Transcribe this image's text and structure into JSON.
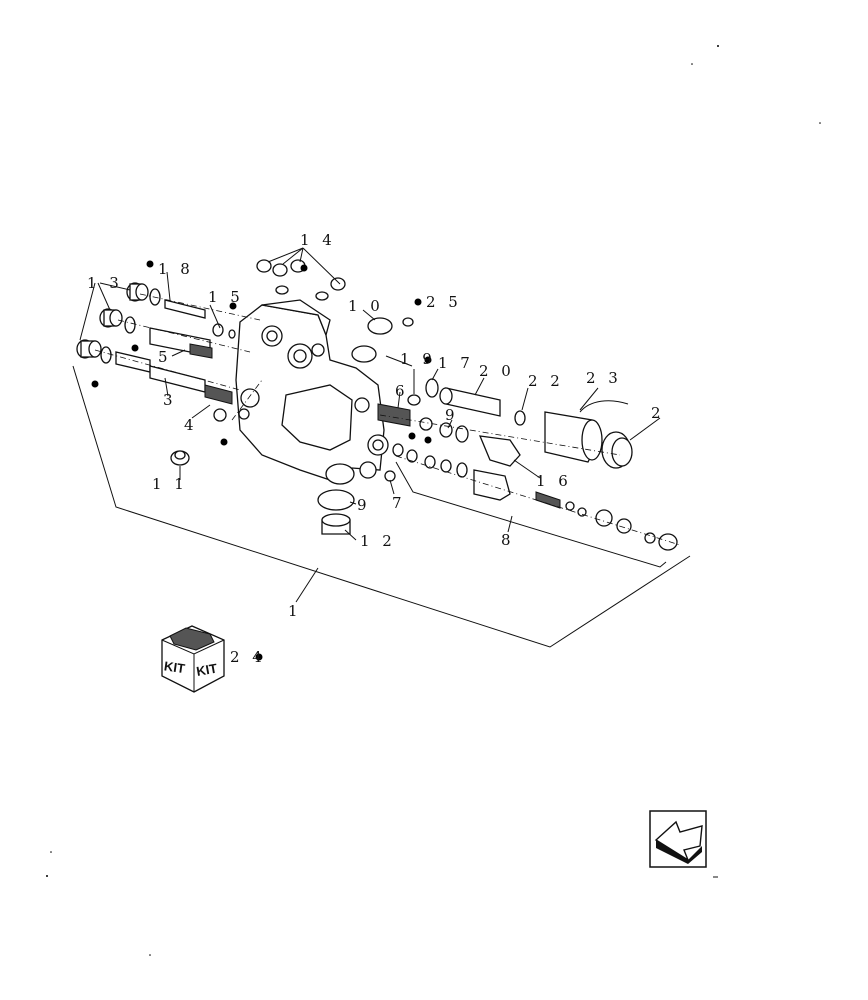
{
  "labels": {
    "l1": "1",
    "l2": "2",
    "l3": "3",
    "l4": "4",
    "l5": "5",
    "l6": "6",
    "l7": "7",
    "l8": "8",
    "l9a": "9",
    "l9b": "9",
    "l10": "1 0",
    "l11": "1 1",
    "l12": "1 2",
    "l13": "1 3",
    "l14": "1 4",
    "l15": "1 5",
    "l16": "1 6",
    "l17": "1 7",
    "l18": "1 8",
    "l19": "1 9",
    "l20": "2 0",
    "l22": "2 2",
    "l23": "2 3",
    "l24": "2 4",
    "l25": "2 5"
  },
  "kit": {
    "text": "KIT"
  },
  "icons": {
    "nav": "arrow-nav-icon",
    "kit": "kit-box-icon",
    "bullet": "dot-marker-icon"
  }
}
